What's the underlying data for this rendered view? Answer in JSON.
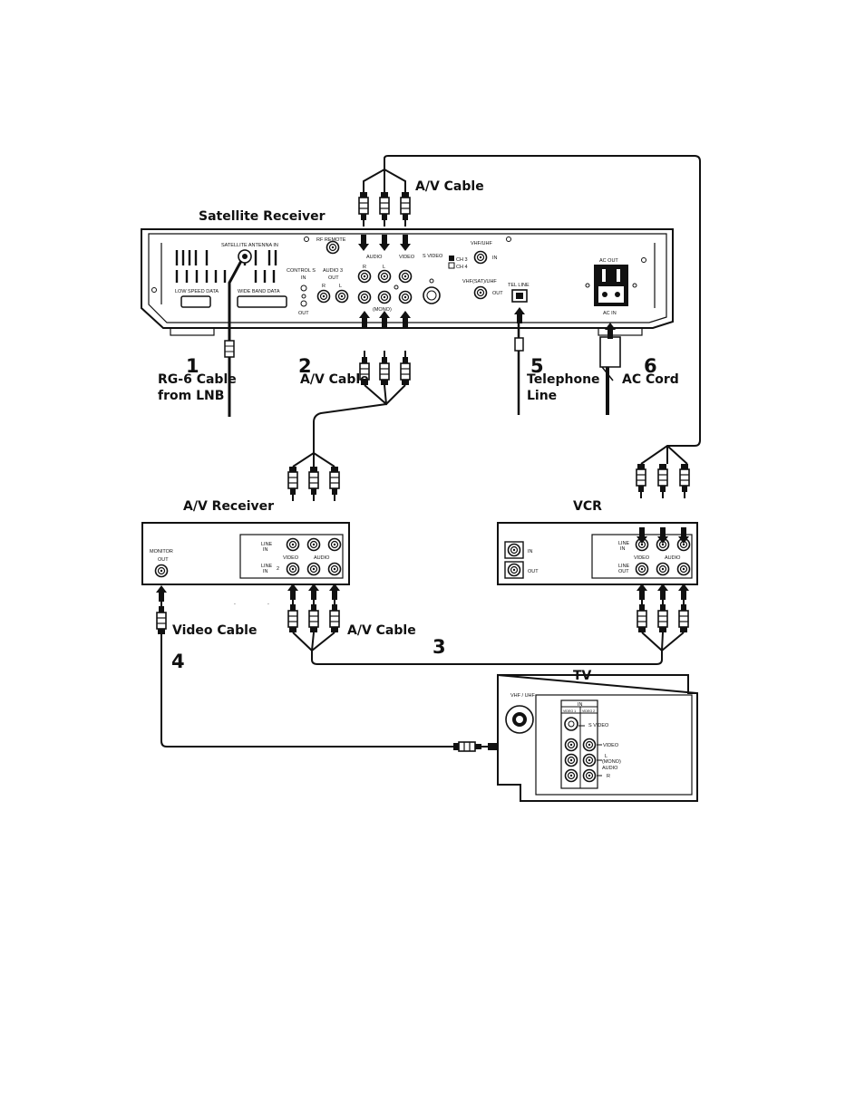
{
  "devices": {
    "satellite_receiver": {
      "title": "Satellite Receiver",
      "panel_labels": {
        "satellite_antenna_in": "SATELLITE ANTENNA IN",
        "rf_remote": "RF REMOTE",
        "control_s_in": "CONTROL S",
        "control_s_in_sub": "IN",
        "control_s_out": "OUT",
        "audio3_out": "AUDIO 3",
        "audio3_out_sub": "OUT",
        "r": "R",
        "l": "L",
        "audio": "AUDIO",
        "video": "VIDEO",
        "s_video": "S VIDEO",
        "mono": "(MONO)",
        "vhf_uhf": "VHF/UHF",
        "ch3": "CH 3",
        "ch4": "CH 4",
        "in": "IN",
        "vhf_sat_uhf": "VHF(SAT)/UHF",
        "out": "OUT",
        "tel_line": "TEL LINE",
        "low_speed_data": "LOW SPEED DATA",
        "wide_band_data": "WIDE BAND DATA",
        "ac_out": "AC OUT",
        "ac_in": "AC IN"
      }
    },
    "av_receiver": {
      "title": "A/V Receiver",
      "panel_labels": {
        "monitor_out": "MONITOR",
        "monitor_out_sub": "OUT",
        "line_in_1": "LINE",
        "line_in_1_sub": "IN",
        "line_in_2": "LINE",
        "line_in_2_sub": "IN",
        "num_2": "2",
        "video": "VIDEO",
        "audio": "AUDIO"
      }
    },
    "vcr": {
      "title": "VCR",
      "panel_labels": {
        "in": "IN",
        "out": "OUT",
        "line_in": "LINE",
        "line_in_sub": "IN",
        "line_out": "LINE",
        "line_out_sub": "OUT",
        "video": "VIDEO",
        "audio": "AUDIO"
      }
    },
    "tv": {
      "title": "TV",
      "panel_labels": {
        "vhf_uhf": "VHF / UHF",
        "in": "IN",
        "video1": "VIDEO 1",
        "video2": "VIDEO 2",
        "s_video": "S VIDEO",
        "video": "VIDEO",
        "l": "L",
        "mono": "(MONO)",
        "audio": "AUDIO",
        "r": "R"
      }
    }
  },
  "cables": {
    "top_av_cable": "A/V Cable",
    "step1_number": "1",
    "step1_text_line1": "RG-6 Cable",
    "step1_text_line2": "from LNB",
    "step2_number": "2",
    "step2_text": "A/V Cable",
    "step3_number": "3",
    "step3_text": "A/V Cable",
    "step4_number": "4",
    "step4_text": "Video Cable",
    "step5_number": "5",
    "step5_text_line1": "Telephone",
    "step5_text_line2": "Line",
    "step6_number": "6",
    "step6_text": "AC Cord"
  },
  "colors": {
    "line": "#111111",
    "panel_fill": "#ffffff",
    "background": "#ffffff"
  }
}
